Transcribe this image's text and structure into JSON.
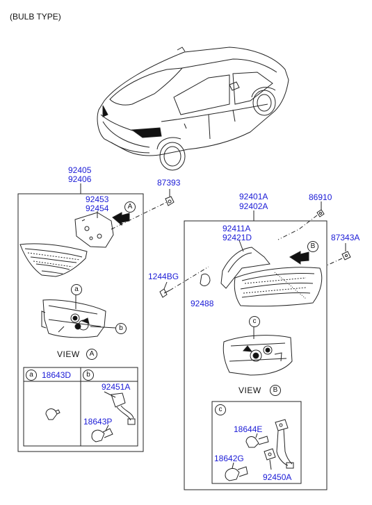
{
  "header": {
    "title": "(BULB TYPE)"
  },
  "labels": {
    "left_assembly_1": "92405",
    "left_assembly_2": "92406",
    "left_holder_1": "92453",
    "left_holder_2": "92454",
    "clip_top": "87393",
    "right_assembly_1": "92401A",
    "right_assembly_2": "92402A",
    "screw_top": "86910",
    "right_gasket_1": "92411A",
    "right_gasket_2": "92421D",
    "clip_right": "87343A",
    "bolt_left": "1244BG",
    "pad": "92488",
    "bulb_a": "18643D",
    "socket_b": "92451A",
    "bulb_b": "18643P",
    "bulb_c1": "18644E",
    "bulb_c2": "18642G",
    "socket_c": "92450A"
  },
  "markers": {
    "A": "A",
    "B": "B",
    "a": "a",
    "b": "b",
    "c": "c"
  },
  "views": {
    "view_a_word": "VIEW",
    "view_b_word": "VIEW"
  }
}
